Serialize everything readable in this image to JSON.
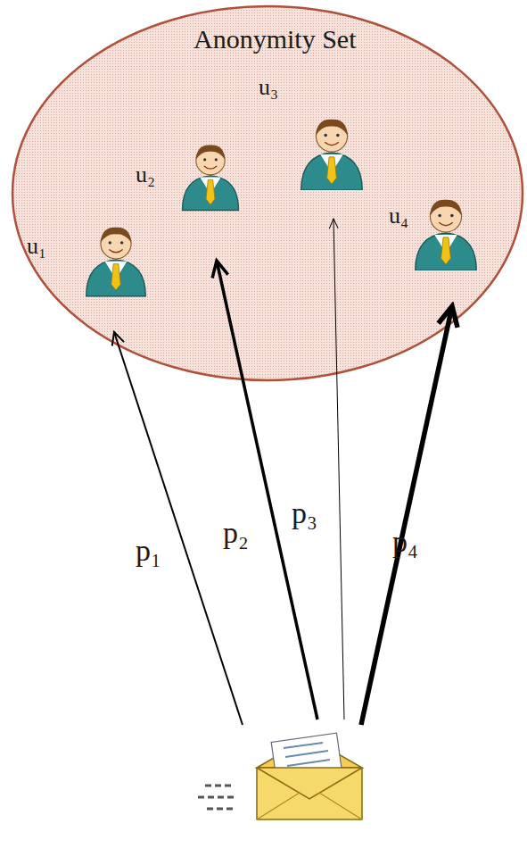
{
  "diagram": {
    "nodes": [
      {
        "text": [
          "Anonymity Set"
        ]
      }
    ],
    "labels": [
      "u₁",
      "u₂",
      "u₃",
      "u₄",
      "p₁",
      "p₂",
      "p₃",
      "p₄"
    ]
  }
}
